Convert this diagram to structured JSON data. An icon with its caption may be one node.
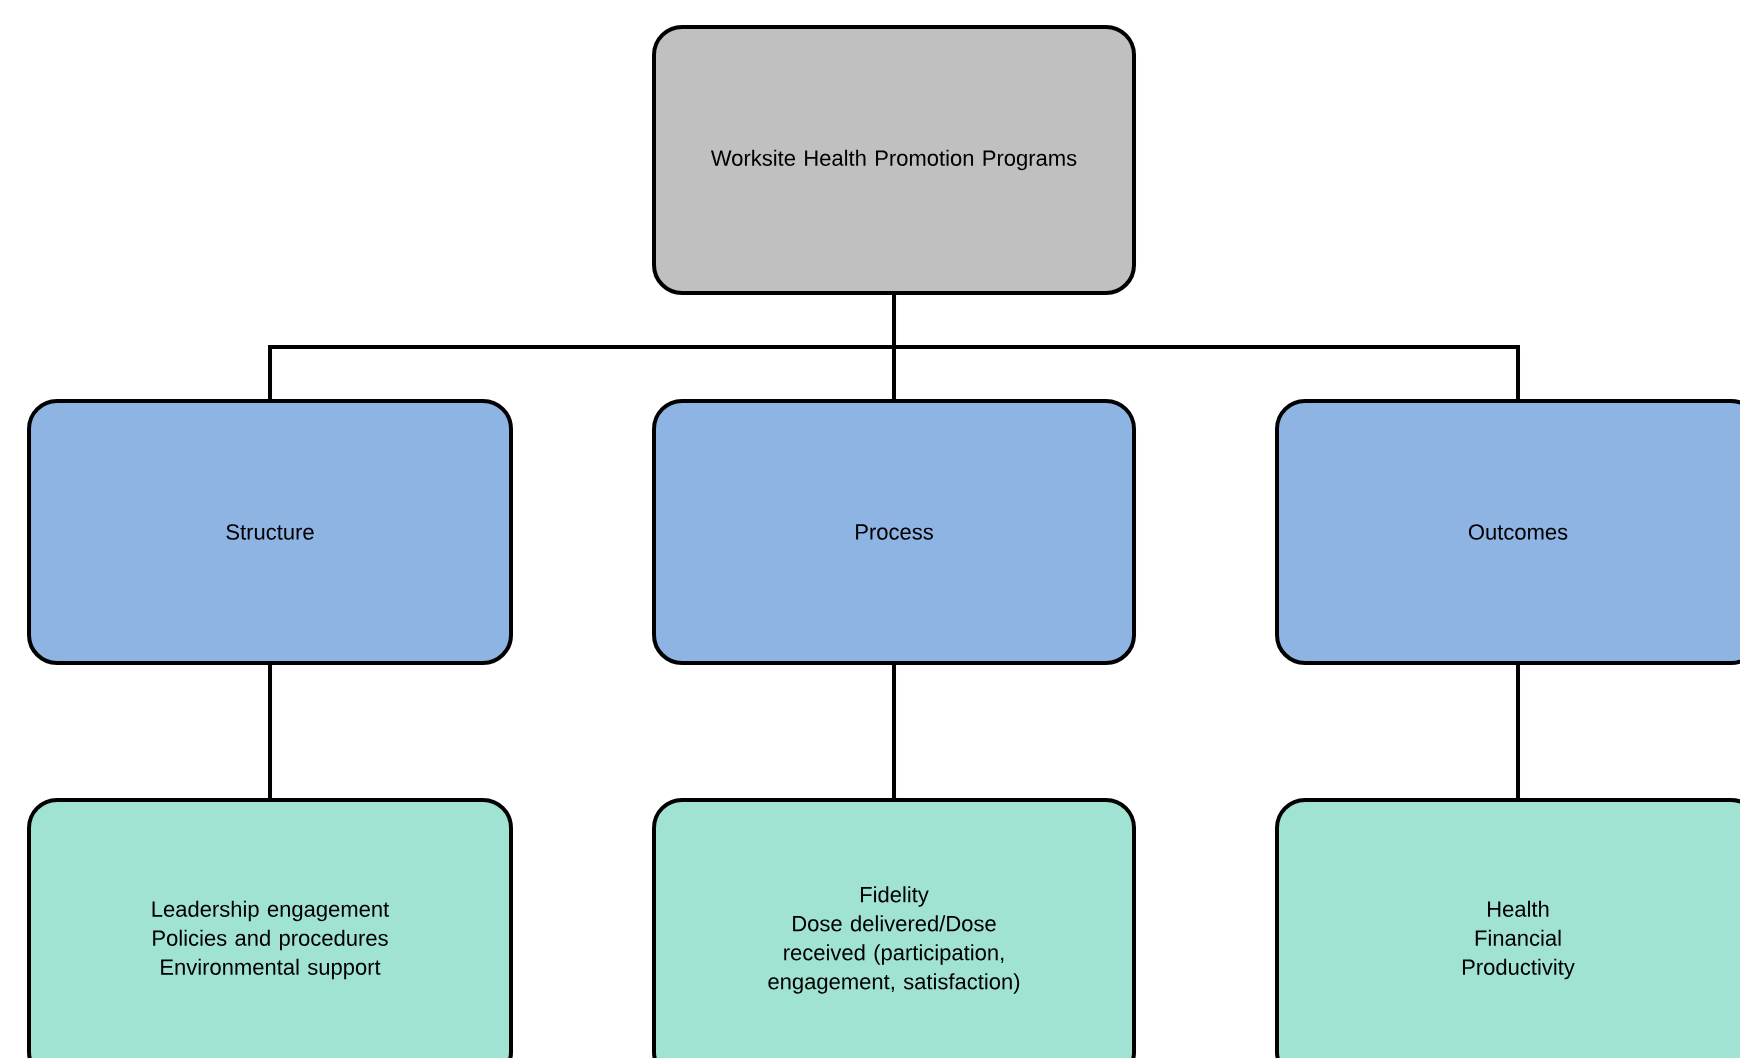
{
  "diagram": {
    "nodes": [
      {
        "text": [
          "Worksite Health Promotion Programs"
        ]
      },
      {
        "text": [
          "Structure"
        ]
      },
      {
        "text": [
          "Process"
        ]
      },
      {
        "text": [
          "Outcomes"
        ]
      },
      {
        "text": [
          "Leadership engagement",
          "Policies and procedures",
          "Environmental support"
        ]
      },
      {
        "text": [
          "Fidelity",
          "Dose delivered/Dose received (participation, engagement, satisfaction)"
        ]
      },
      {
        "text": [
          "Health",
          "Financial",
          "Productivity"
        ]
      }
    ],
    "edges": [
      {
        "from": 0,
        "to": 1,
        "arrow": "none"
      },
      {
        "from": 0,
        "to": 2,
        "arrow": "none"
      },
      {
        "from": 0,
        "to": 3,
        "arrow": "none"
      },
      {
        "from": 1,
        "to": 4,
        "arrow": "none"
      },
      {
        "from": 2,
        "to": 5,
        "arrow": "none"
      },
      {
        "from": 3,
        "to": 6,
        "arrow": "none"
      }
    ]
  }
}
